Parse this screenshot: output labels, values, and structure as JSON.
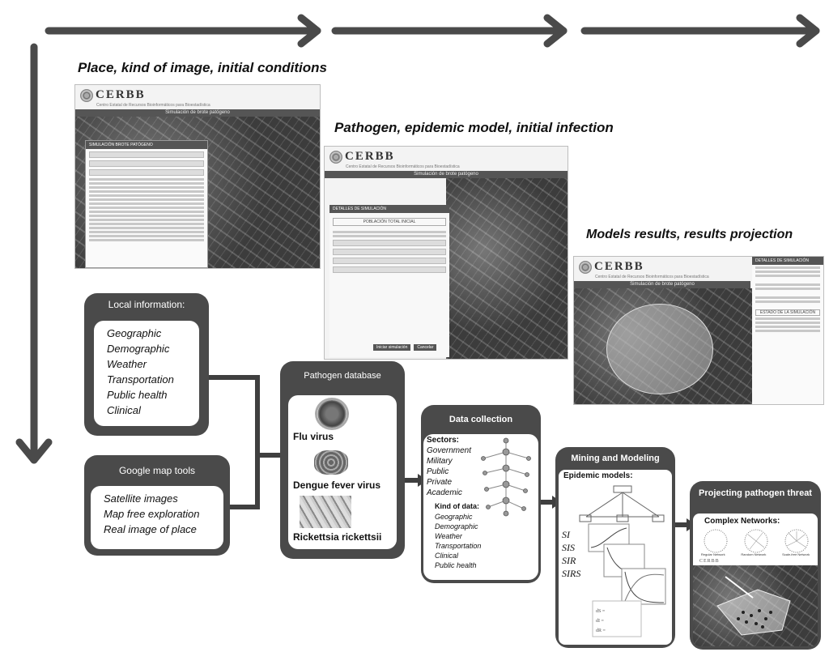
{
  "captions": {
    "place": "Place, kind of image, initial conditions",
    "pathogen": "Pathogen,  epidemic model, initial infection",
    "models": "Models results, results projection"
  },
  "screenshots": {
    "logo": "CERBB",
    "logo_sub": "Centro Estatal de Recursos Bioinformáticos para Bioestadística",
    "bar1": "Simulación de brote patógeno",
    "bar2": "Simulación de brote patógeno",
    "bar3": "Simulación de brote patógeno",
    "panel1_header": "SIMULACIÓN BROTE PATÓGENO",
    "panel2_header": "DETALLES DE SIMULACIÓN",
    "panel2_pop": "POBLACIÓN TOTAL INICIAL",
    "panel2_buttons": [
      "Iniciar simulación",
      "Cancelar"
    ],
    "panel3_header": "DETALLES DE SIMULACIÓN",
    "panel3_state": "ESTADO DE LA SIMULACIÓN"
  },
  "local_info": {
    "title": "Local information:",
    "items": [
      "Geographic",
      "Demographic",
      "Weather",
      "Transportation",
      "Public health",
      "Clinical"
    ]
  },
  "google": {
    "title": "Google map tools",
    "items": [
      "Satellite images",
      "Map free exploration",
      "Real image of place"
    ]
  },
  "pathogen_db": {
    "title": "Pathogen database",
    "items": [
      "Flu virus",
      "Dengue fever virus",
      "Rickettsia rickettsii"
    ]
  },
  "data_collection": {
    "title": "Data collection",
    "sectors_label": "Sectors:",
    "sectors": [
      "Government",
      "Military",
      "Public",
      "Private",
      "Academic"
    ],
    "kind_label": "Kind of data:",
    "kinds": [
      "Geographic",
      "Demographic",
      "Weather",
      "Transportation",
      "Clinical",
      "Public health"
    ]
  },
  "mining": {
    "title": "Mining and Modeling",
    "subtitle": "Epidemic models:",
    "models": [
      "SI",
      "SIS",
      "SIR",
      "SIRS"
    ]
  },
  "projecting": {
    "title": "Projecting pathogen threat",
    "subtitle": "Complex Networks:",
    "networks": [
      "Regular Network",
      "Random Network",
      "Scale-free Network"
    ]
  }
}
